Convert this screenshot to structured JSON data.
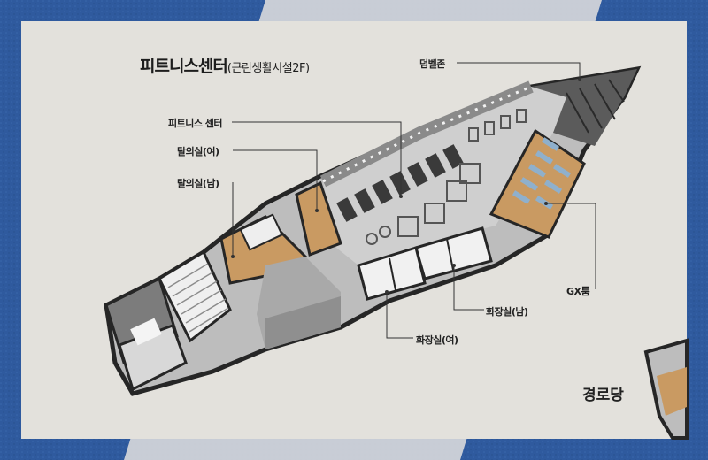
{
  "title": {
    "main": "피트니스센터",
    "sub": "(근린생활시설2F)"
  },
  "labels": {
    "dumbbell_zone": "덤벨존",
    "fitness_center": "피트니스 센터",
    "locker_female": "탈의실(여)",
    "locker_male": "탈의실(남)",
    "gx_room": "GX룸",
    "restroom_male": "화장실(남)",
    "restroom_female": "화장실(여)",
    "senior_center": "경로당"
  },
  "colors": {
    "background": "#2f5a9e",
    "panel": "#e3e1dc",
    "wall": "#2b2b2b",
    "floor": "#cfcfcf",
    "wood": "#c99a62"
  }
}
